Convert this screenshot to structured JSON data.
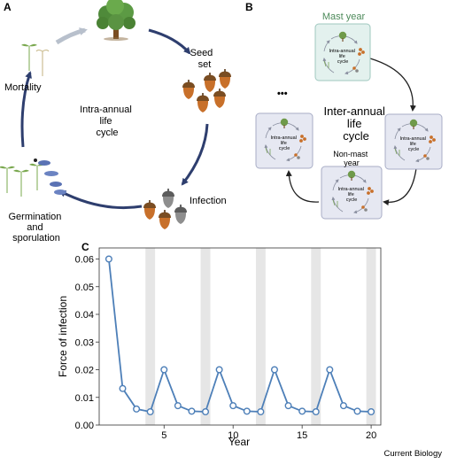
{
  "panelA": {
    "letter": "A",
    "center_lines": [
      "Intra-annual",
      "life",
      "cycle"
    ],
    "seed_set_lines": [
      "Seed",
      "set"
    ],
    "infection": "Infection",
    "germination_lines": [
      "Germination",
      "and",
      "sporulation"
    ],
    "mortality": "Mortality"
  },
  "panelB": {
    "letter": "B",
    "mast_year": "Mast year",
    "non_mast_lines": [
      "Non-mast",
      "year"
    ],
    "center_lines": [
      "Inter-annual",
      "life",
      "cycle"
    ],
    "ellipsis": "•••",
    "mini_lines": [
      "Intra-annual",
      "life",
      "cycle"
    ]
  },
  "panelC": {
    "letter": "C"
  },
  "footer": "Current Biology",
  "colors": {
    "arrow_dark": "#2e3e6e",
    "arrow_light": "#b8c0cc",
    "line": "#4d7fb8",
    "mast_box": "#e3f1ee",
    "mast_border": "#9fc8bf",
    "nonmast_box": "#e6e8f2",
    "nonmast_border": "#a8adc6",
    "mast_title": "#4d8a5a",
    "shade": "#e6e6e6"
  },
  "chart_data": {
    "type": "line",
    "xlabel": "Year",
    "ylabel": "Force of infection",
    "xlim": [
      0.3,
      20.7
    ],
    "ylim": [
      0,
      0.064
    ],
    "xticks": [
      5,
      10,
      15,
      20
    ],
    "yticks": [
      0.0,
      0.01,
      0.02,
      0.03,
      0.04,
      0.05,
      0.06
    ],
    "ytick_labels": [
      "0.00",
      "0.01",
      "0.02",
      "0.03",
      "0.04",
      "0.05",
      "0.06"
    ],
    "shaded_years": [
      4,
      8,
      12,
      16,
      20
    ],
    "x": [
      1,
      2,
      3,
      4,
      5,
      6,
      7,
      8,
      9,
      10,
      11,
      12,
      13,
      14,
      15,
      16,
      17,
      18,
      19,
      20
    ],
    "values": [
      0.06,
      0.0132,
      0.0058,
      0.0048,
      0.02,
      0.007,
      0.005,
      0.0048,
      0.02,
      0.007,
      0.005,
      0.0048,
      0.02,
      0.007,
      0.005,
      0.0048,
      0.02,
      0.007,
      0.005,
      0.0048
    ],
    "grid": false
  }
}
